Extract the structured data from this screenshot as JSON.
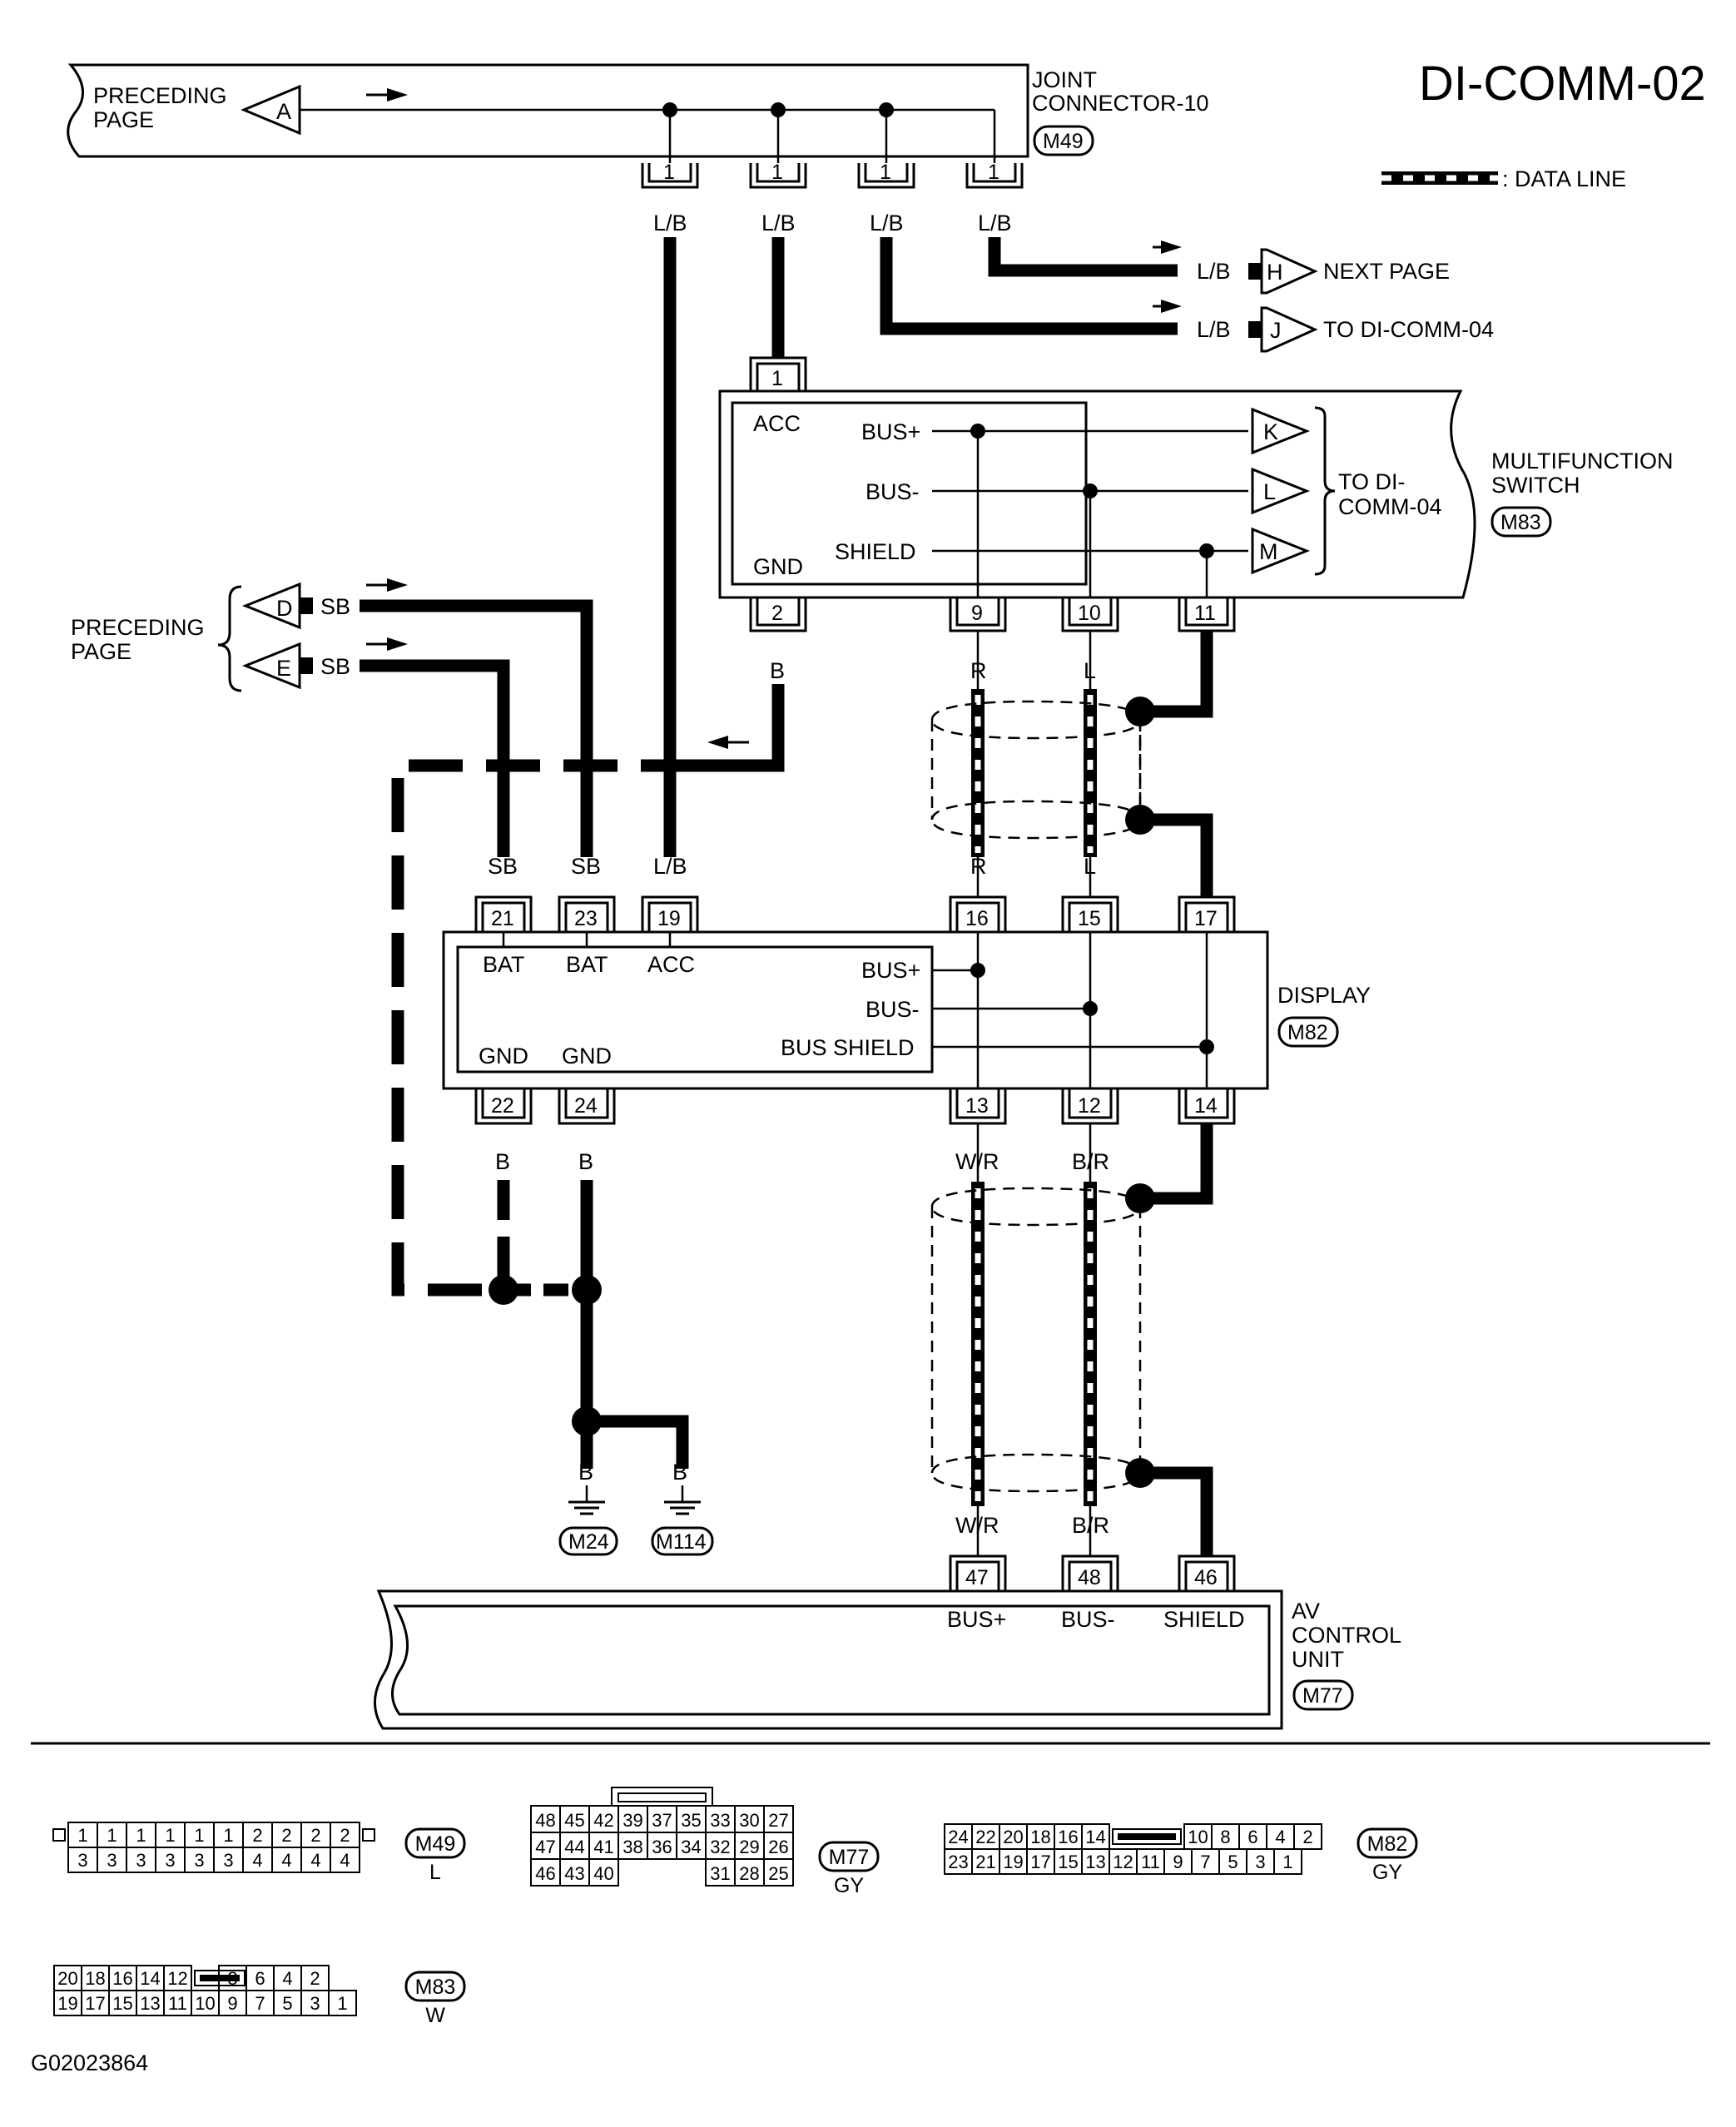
{
  "title": "DI-COMM-02",
  "figure_code": "G02023864",
  "legend": {
    "data_line": ": DATA LINE"
  },
  "jc10": {
    "name_line1": "JOINT",
    "name_line2": "CONNECTOR-10",
    "id": "M49",
    "pin": "1",
    "wire": "L/B"
  },
  "preceding": {
    "line1": "PRECEDING",
    "line2": "PAGE"
  },
  "offpage": {
    "A": "A",
    "H": "H",
    "J": "J",
    "D": "D",
    "E": "E",
    "K": "K",
    "L": "L",
    "M": "M",
    "next_page": "NEXT PAGE",
    "to_dicomm04": "TO DI-COMM-04",
    "to_di": "TO DI-",
    "comm04": "COMM-04"
  },
  "wires": {
    "LB": "L/B",
    "SB": "SB",
    "B": "B",
    "R": "R",
    "L": "L",
    "WR": "W/R",
    "BR": "B/R"
  },
  "msw": {
    "name_line1": "MULTIFUNCTION",
    "name_line2": "SWITCH",
    "id": "M83",
    "acc": "ACC",
    "gnd": "GND",
    "busp": "BUS+",
    "busm": "BUS-",
    "shield": "SHIELD",
    "p1": "1",
    "p2": "2",
    "p9": "9",
    "p10": "10",
    "p11": "11"
  },
  "display": {
    "name": "DISPLAY",
    "id": "M82",
    "bat": "BAT",
    "acc": "ACC",
    "gnd": "GND",
    "busp": "BUS+",
    "busm": "BUS-",
    "bus_shield": "BUS SHIELD",
    "p21": "21",
    "p23": "23",
    "p19": "19",
    "p16": "16",
    "p15": "15",
    "p17": "17",
    "p22": "22",
    "p24": "24",
    "p13": "13",
    "p12": "12",
    "p14": "14"
  },
  "grounds": {
    "g1": "M24",
    "g2": "M114"
  },
  "av": {
    "line1": "AV",
    "line2": "CONTROL",
    "line3": "UNIT",
    "id": "M77",
    "busp": "BUS+",
    "busm": "BUS-",
    "shield": "SHIELD",
    "p47": "47",
    "p48": "48",
    "p46": "46"
  },
  "faces": {
    "m49": {
      "id": "M49",
      "color": "L",
      "top": [
        "1",
        "1",
        "1",
        "1",
        "1",
        "1",
        "2",
        "2",
        "2",
        "2"
      ],
      "bottom": [
        "3",
        "3",
        "3",
        "3",
        "3",
        "3",
        "4",
        "4",
        "4",
        "4"
      ]
    },
    "m77": {
      "id": "M77",
      "color": "GY",
      "row1": [
        "48",
        "45",
        "42",
        "39",
        "37",
        "35",
        "33",
        "30",
        "27"
      ],
      "row2": [
        "47",
        "44",
        "41",
        "38",
        "36",
        "34",
        "32",
        "29",
        "26"
      ],
      "row3": [
        "46",
        "43",
        "40",
        "",
        "",
        "",
        "31",
        "28",
        "25"
      ]
    },
    "m82": {
      "id": "M82",
      "color": "GY",
      "top": [
        "24",
        "22",
        "20",
        "18",
        "16",
        "14",
        "",
        "10",
        "8",
        "6",
        "4",
        "2"
      ],
      "bottom": [
        "23",
        "21",
        "19",
        "17",
        "15",
        "13",
        "12",
        "11",
        "9",
        "7",
        "5",
        "3",
        "1"
      ]
    },
    "m83": {
      "id": "M83",
      "color": "W",
      "top": [
        "20",
        "18",
        "16",
        "14",
        "12",
        "",
        "8",
        "6",
        "4",
        "2"
      ],
      "bottom": [
        "19",
        "17",
        "15",
        "13",
        "11",
        "10",
        "9",
        "7",
        "5",
        "3",
        "1"
      ]
    }
  }
}
